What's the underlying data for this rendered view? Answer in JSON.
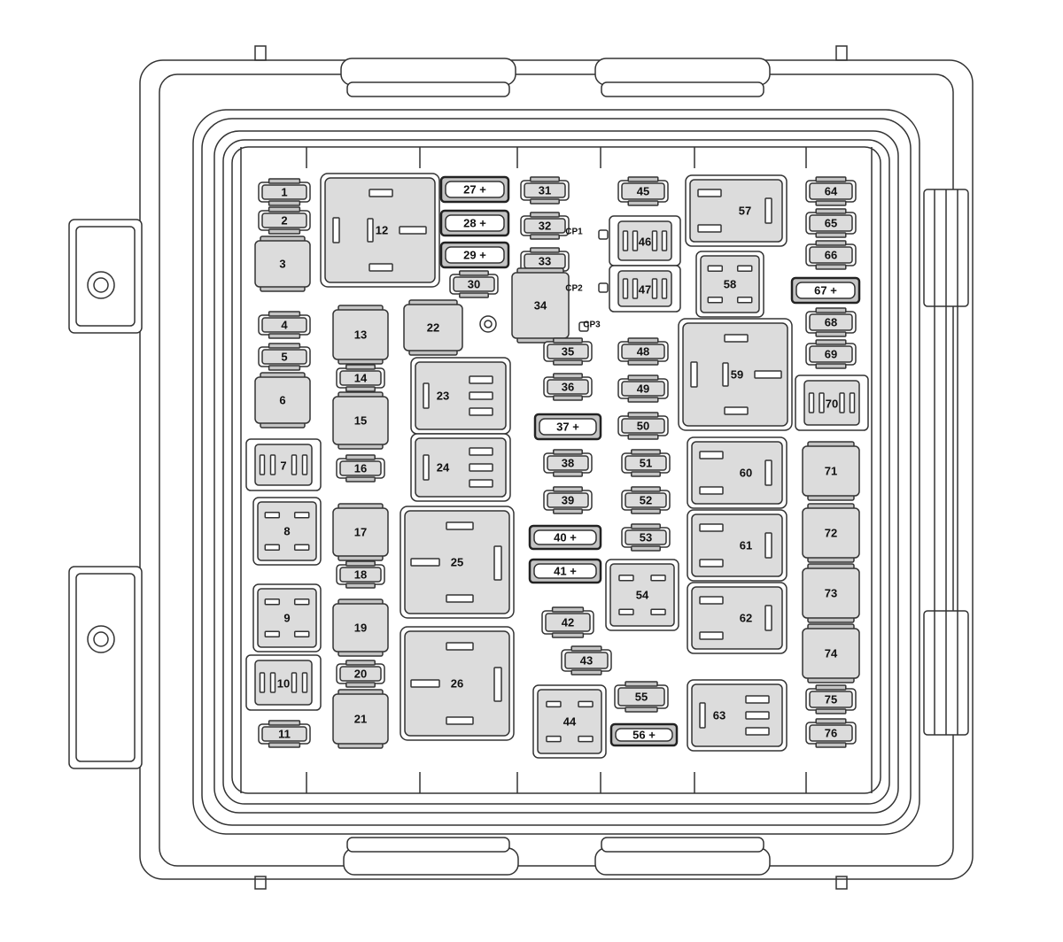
{
  "diagram": {
    "components": [
      {
        "id": "1",
        "label": "1",
        "kind": "fuse"
      },
      {
        "id": "2",
        "label": "2",
        "kind": "fuse"
      },
      {
        "id": "3",
        "label": "3",
        "kind": "cart"
      },
      {
        "id": "4",
        "label": "4",
        "kind": "fuse"
      },
      {
        "id": "5",
        "label": "5",
        "kind": "fuse"
      },
      {
        "id": "6",
        "label": "6",
        "kind": "cart"
      },
      {
        "id": "7",
        "label": "7",
        "kind": "relay-micro"
      },
      {
        "id": "8",
        "label": "8",
        "kind": "relay-mini"
      },
      {
        "id": "9",
        "label": "9",
        "kind": "relay-mini"
      },
      {
        "id": "10",
        "label": "10",
        "kind": "relay-micro"
      },
      {
        "id": "11",
        "label": "11",
        "kind": "fuse"
      },
      {
        "id": "12",
        "label": "12",
        "kind": "relay-big"
      },
      {
        "id": "13",
        "label": "13",
        "kind": "cart"
      },
      {
        "id": "14",
        "label": "14",
        "kind": "fuse"
      },
      {
        "id": "15",
        "label": "15",
        "kind": "cart"
      },
      {
        "id": "16",
        "label": "16",
        "kind": "fuse"
      },
      {
        "id": "17",
        "label": "17",
        "kind": "cart"
      },
      {
        "id": "18",
        "label": "18",
        "kind": "fuse"
      },
      {
        "id": "19",
        "label": "19",
        "kind": "cart"
      },
      {
        "id": "20",
        "label": "20",
        "kind": "fuse"
      },
      {
        "id": "21",
        "label": "21",
        "kind": "cart"
      },
      {
        "id": "22",
        "label": "22",
        "kind": "cart"
      },
      {
        "id": "23",
        "label": "23",
        "kind": "relay-mid"
      },
      {
        "id": "24",
        "label": "24",
        "kind": "relay-mid"
      },
      {
        "id": "25",
        "label": "25",
        "kind": "relay-iso"
      },
      {
        "id": "26",
        "label": "26",
        "kind": "relay-iso"
      },
      {
        "id": "27",
        "label": "27 +",
        "kind": "fuse-spare"
      },
      {
        "id": "28",
        "label": "28 +",
        "kind": "fuse-spare"
      },
      {
        "id": "29",
        "label": "29 +",
        "kind": "fuse-spare"
      },
      {
        "id": "30",
        "label": "30",
        "kind": "fuse"
      },
      {
        "id": "31",
        "label": "31",
        "kind": "fuse"
      },
      {
        "id": "32",
        "label": "32",
        "kind": "fuse"
      },
      {
        "id": "33",
        "label": "33",
        "kind": "fuse"
      },
      {
        "id": "34",
        "label": "34",
        "kind": "cart"
      },
      {
        "id": "35",
        "label": "35",
        "kind": "fuse"
      },
      {
        "id": "36",
        "label": "36",
        "kind": "fuse"
      },
      {
        "id": "37",
        "label": "37 +",
        "kind": "fuse-spare"
      },
      {
        "id": "38",
        "label": "38",
        "kind": "fuse"
      },
      {
        "id": "39",
        "label": "39",
        "kind": "fuse"
      },
      {
        "id": "40",
        "label": "40 +",
        "kind": "fuse-spare"
      },
      {
        "id": "41",
        "label": "41 +",
        "kind": "fuse-spare"
      },
      {
        "id": "42",
        "label": "42",
        "kind": "fuse"
      },
      {
        "id": "43",
        "label": "43",
        "kind": "fuse"
      },
      {
        "id": "44",
        "label": "44",
        "kind": "relay-mini"
      },
      {
        "id": "45",
        "label": "45",
        "kind": "fuse"
      },
      {
        "id": "46",
        "label": "46",
        "kind": "relay-micro"
      },
      {
        "id": "47",
        "label": "47",
        "kind": "relay-micro"
      },
      {
        "id": "48",
        "label": "48",
        "kind": "fuse"
      },
      {
        "id": "49",
        "label": "49",
        "kind": "fuse"
      },
      {
        "id": "50",
        "label": "50",
        "kind": "fuse"
      },
      {
        "id": "51",
        "label": "51",
        "kind": "fuse"
      },
      {
        "id": "52",
        "label": "52",
        "kind": "fuse"
      },
      {
        "id": "53",
        "label": "53",
        "kind": "fuse"
      },
      {
        "id": "54",
        "label": "54",
        "kind": "relay-mini"
      },
      {
        "id": "55",
        "label": "55",
        "kind": "fuse"
      },
      {
        "id": "56",
        "label": "56 +",
        "kind": "fuse-spare"
      },
      {
        "id": "57",
        "label": "57",
        "kind": "relay-mid"
      },
      {
        "id": "58",
        "label": "58",
        "kind": "relay-mini"
      },
      {
        "id": "59",
        "label": "59",
        "kind": "relay-big"
      },
      {
        "id": "60",
        "label": "60",
        "kind": "relay-mid"
      },
      {
        "id": "61",
        "label": "61",
        "kind": "relay-mid"
      },
      {
        "id": "62",
        "label": "62",
        "kind": "relay-mid"
      },
      {
        "id": "63",
        "label": "63",
        "kind": "relay-mid"
      },
      {
        "id": "64",
        "label": "64",
        "kind": "fuse"
      },
      {
        "id": "65",
        "label": "65",
        "kind": "fuse"
      },
      {
        "id": "66",
        "label": "66",
        "kind": "fuse"
      },
      {
        "id": "67",
        "label": "67 +",
        "kind": "fuse-spare"
      },
      {
        "id": "68",
        "label": "68",
        "kind": "fuse"
      },
      {
        "id": "69",
        "label": "69",
        "kind": "fuse"
      },
      {
        "id": "70",
        "label": "70",
        "kind": "relay-micro"
      },
      {
        "id": "71",
        "label": "71",
        "kind": "cart"
      },
      {
        "id": "72",
        "label": "72",
        "kind": "cart"
      },
      {
        "id": "73",
        "label": "73",
        "kind": "cart"
      },
      {
        "id": "74",
        "label": "74",
        "kind": "cart"
      },
      {
        "id": "75",
        "label": "75",
        "kind": "fuse"
      },
      {
        "id": "76",
        "label": "76",
        "kind": "fuse"
      }
    ],
    "connection_points": [
      {
        "id": "CP1",
        "label": "CP1"
      },
      {
        "id": "CP2",
        "label": "CP2"
      },
      {
        "id": "CP3",
        "label": "CP3"
      }
    ],
    "colors": {
      "line": "#333333",
      "fill": "#dcdcdc",
      "fill_dark": "#c4c4c4",
      "background": "#ffffff"
    }
  }
}
